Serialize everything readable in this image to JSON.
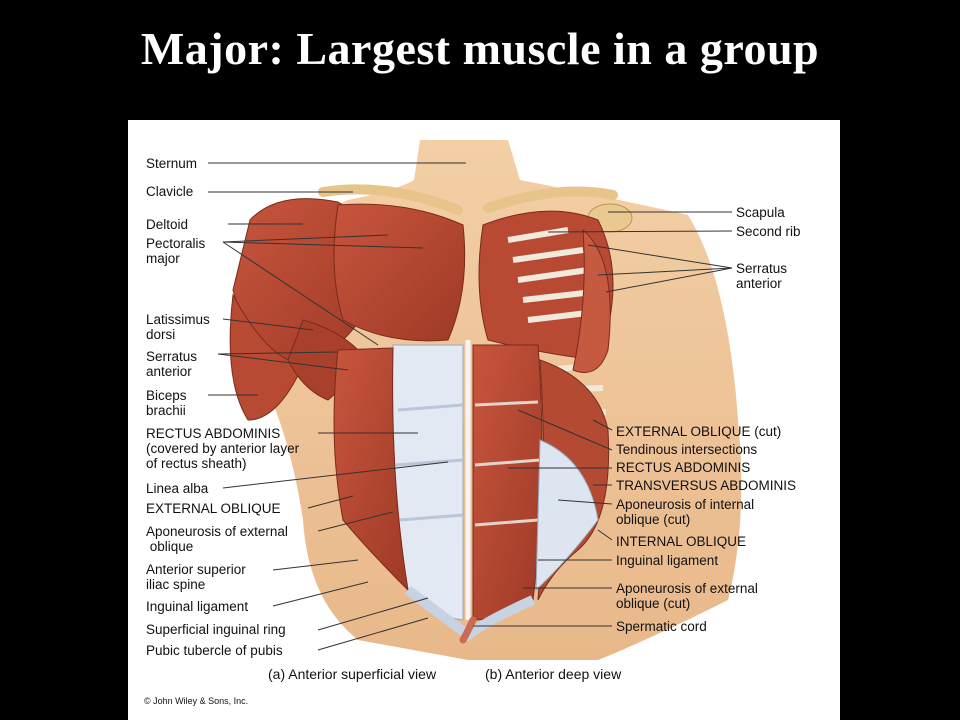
{
  "slide": {
    "title": "Major:  Largest muscle in a group"
  },
  "figure": {
    "labels_left": [
      "Sternum",
      "Clavicle",
      "Deltoid",
      "Pectoralis\nmajor",
      "Latissimus\ndorsi",
      "Serratus\nanterior",
      "Biceps\nbrachii",
      "RECTUS ABDOMINIS\n(covered by anterior layer\nof rectus sheath)",
      "Linea alba",
      "EXTERNAL OBLIQUE",
      "Aponeurosis of external\n oblique",
      "Anterior superior\niliac spine",
      "Inguinal ligament",
      "Superficial inguinal ring",
      "Pubic tubercle of pubis"
    ],
    "labels_right": [
      "Scapula",
      "Second rib",
      "Serratus\nanterior",
      "EXTERNAL OBLIQUE (cut)",
      "Tendinous intersections",
      "RECTUS ABDOMINIS",
      "TRANSVERSUS ABDOMINIS",
      "Aponeurosis of internal\noblique (cut)",
      "INTERNAL OBLIQUE",
      "Inguinal ligament",
      "Aponeurosis of external\noblique (cut)",
      "Spermatic cord"
    ],
    "caption_a": "(a) Anterior superficial view",
    "caption_b": "(b) Anterior deep view",
    "copyright": "© John Wiley & Sons, Inc."
  }
}
